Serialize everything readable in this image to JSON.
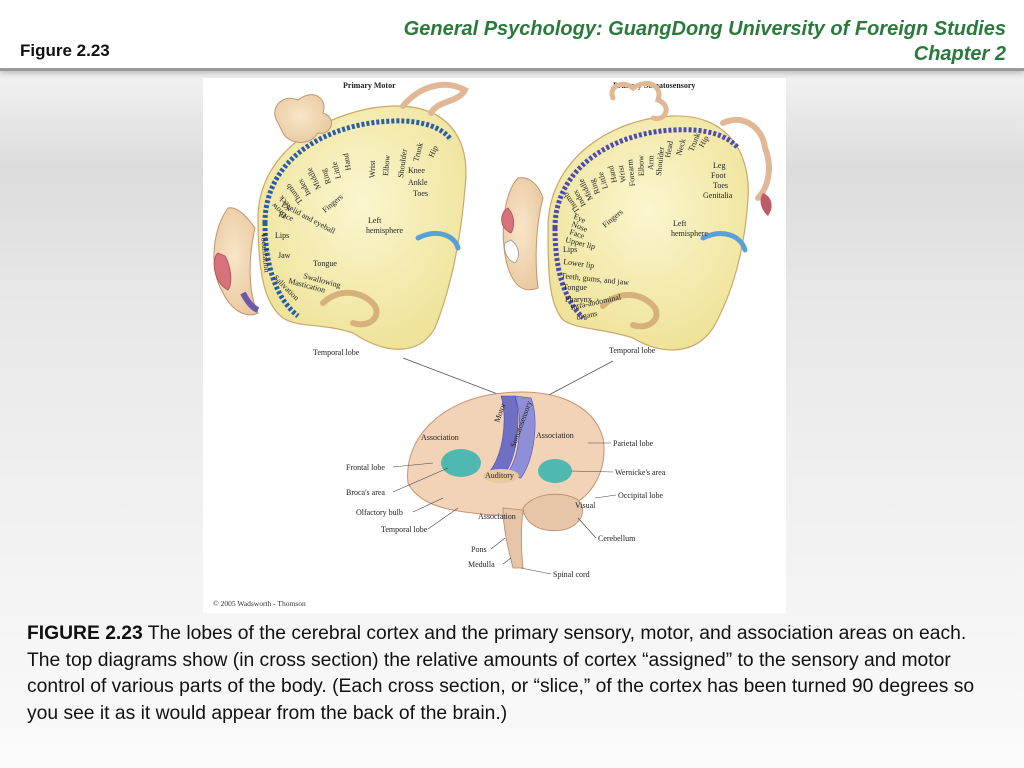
{
  "header": {
    "figure_label": "Figure 2.23",
    "course_line1": "General Psychology: GuangDong University of Foreign Studies",
    "course_line2": "Chapter 2"
  },
  "figure": {
    "motor_title": "Primary Motor",
    "somato_title": "Primary Somatosensory",
    "motor_labels": [
      "Hip",
      "Trunk",
      "Shoulder",
      "Elbow",
      "Wrist",
      "Hand",
      "Little",
      "Ring",
      "Middle",
      "Index",
      "Thumb",
      "Neck",
      "Brow",
      "Eyelid and eyeball",
      "Face",
      "Lips",
      "Jaw",
      "Tongue",
      "Swallowing",
      "Mastication",
      "Salivation",
      "Vocalization",
      "Fingers",
      "Knee",
      "Ankle",
      "Toes"
    ],
    "motor_hemisphere": [
      "Left",
      "hemisphere"
    ],
    "motor_temporal": "Temporal lobe",
    "somato_labels": [
      "Hip",
      "Trunk",
      "Neck",
      "Head",
      "Shoulder",
      "Arm",
      "Elbow",
      "Forearm",
      "Wrist",
      "Hand",
      "Little",
      "Ring",
      "Middle",
      "Index",
      "Thumb",
      "Eye",
      "Nose",
      "Face",
      "Upper lip",
      "Lips",
      "Lower lip",
      "Teeth, gums, and jaw",
      "Tongue",
      "Pharynx",
      "Intra-abdominal",
      "organs",
      "Fingers",
      "Leg",
      "Foot",
      "Toes",
      "Genitalia"
    ],
    "somato_hemisphere": [
      "Left",
      "hemisphere"
    ],
    "somato_temporal": "Temporal lobe",
    "brain_labels": {
      "motor": "Motor",
      "somatosensory": "Somatosensory",
      "association_front": "Association",
      "association_back": "Association",
      "association_bottom": "Association",
      "auditory": "Auditory",
      "visual": "Visual",
      "frontal_lobe": "Frontal lobe",
      "brocas_area": "Broca's area",
      "olfactory_bulb": "Olfactory bulb",
      "temporal_lobe": "Temporal lobe",
      "pons": "Pons",
      "medulla": "Medulla",
      "parietal_lobe": "Parietal lobe",
      "wernickes_area": "Wernicke's area",
      "occipital_lobe": "Occipital lobe",
      "cerebellum": "Cerebellum",
      "spinal_cord": "Spinal cord"
    },
    "copyright": "© 2005 Wadsworth - Thomson"
  },
  "caption": {
    "bold": "FIGURE 2.23",
    "text": " The lobes of the cerebral cortex and the primary sensory, motor, and association areas on each. The top diagrams show (in cross section) the relative amounts of cortex “assigned” to the sensory and motor control of various parts of the body. (Each cross section, or “slice,” of the cortex has been turned 90 degrees so you see it as it would appear from the back of the brain.)"
  },
  "colors": {
    "course_title": "#2b7a3c",
    "brain_fill": "#f7efb0",
    "skin": "#f2c3a6",
    "motor_band": "#6f6fc4",
    "motor_ticks": "#2a5da8",
    "somato_ticks": "#4b4bb0",
    "association_teal": "#4fb8b0"
  }
}
